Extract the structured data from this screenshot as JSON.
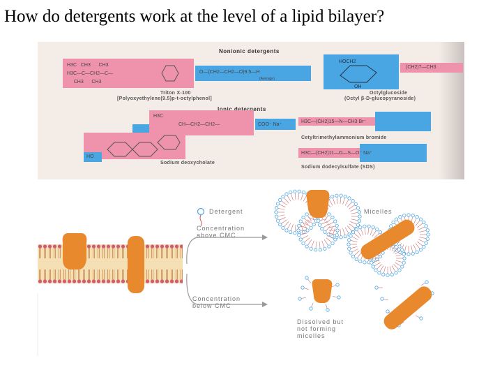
{
  "slide": {
    "title": "How do detergents work at the level of a lipid bilayer?"
  },
  "figure_top": {
    "nonionic_heading": "Nonionic detergents",
    "ionic_heading": "Ionic detergents",
    "triton": {
      "name": "Triton X-100",
      "description": "[Polyoxyethylene(9.5)p-t-octylphenol]",
      "formula": "O—(CH2—CH2—O)9.5—H",
      "note": "(Average)"
    },
    "octylglucoside": {
      "name": "Octylglucoside",
      "description": "(Octyl β-D-glucopyranoside)",
      "tail": "(CH2)7—CH3"
    },
    "deoxycholate": {
      "name": "Sodium deoxycholate",
      "headgroup": "COO⁻ Na⁺",
      "hydroxyl": "HO"
    },
    "ctab": {
      "name": "Cetyltrimethylammonium bromide",
      "formula": "H3C—(CH2)15—N—CH3 Br⁻"
    },
    "sds": {
      "name": "Sodium dodecylsulfate (SDS)",
      "formula": "H3C—(CH2)11—O—S—O⁻ Na⁺"
    }
  },
  "figure_bottom": {
    "detergent_label": "Detergent",
    "micelles_label": "Micelles",
    "above_cmc": [
      "Concentration",
      "above CMC"
    ],
    "below_cmc": [
      "Concentration",
      "below CMC"
    ],
    "dissolved": [
      "Dissolved but",
      "not forming",
      "micelles"
    ]
  },
  "colors": {
    "hydrophobic": "#ef93ad",
    "hydrophilic": "#4aa6e2",
    "protein": "#e8892e",
    "membrane": "#f5dfb4",
    "lipid_head": "#d05a78"
  }
}
